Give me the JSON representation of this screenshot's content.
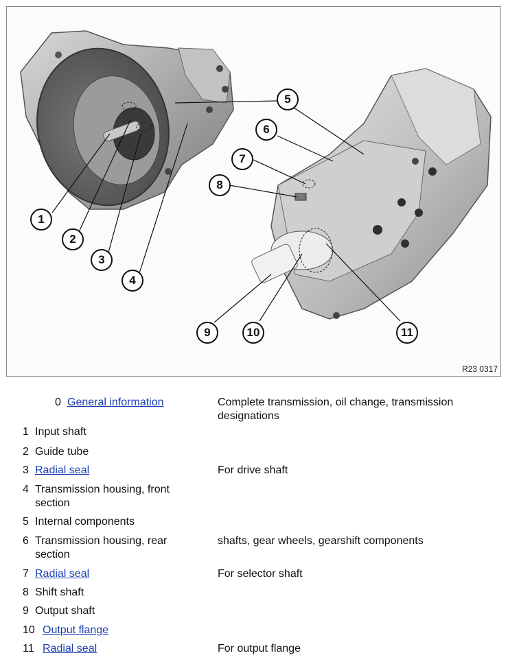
{
  "figure": {
    "code": "R23 0317",
    "callouts": [
      "1",
      "2",
      "3",
      "4",
      "5",
      "6",
      "7",
      "8",
      "9",
      "10",
      "11"
    ]
  },
  "rows": [
    {
      "num": "0",
      "label": "General information",
      "link": true,
      "desc": "Complete transmission, oil change, transmission designations"
    },
    {
      "num": "1",
      "label": "Input shaft",
      "link": false,
      "desc": ""
    },
    {
      "num": "2",
      "label": "Guide tube",
      "link": false,
      "desc": ""
    },
    {
      "num": "3",
      "label": "Radial seal",
      "link": true,
      "desc": "For drive shaft"
    },
    {
      "num": "4",
      "label": "Transmission housing, front section",
      "link": false,
      "desc": ""
    },
    {
      "num": "5",
      "label": "Internal components",
      "link": false,
      "desc": ""
    },
    {
      "num": "6",
      "label": "Transmission housing, rear section",
      "link": false,
      "desc": "shafts, gear wheels, gearshift components"
    },
    {
      "num": "7",
      "label": "Radial seal",
      "link": true,
      "desc": "For selector shaft"
    },
    {
      "num": "8",
      "label": "Shift shaft",
      "link": false,
      "desc": ""
    },
    {
      "num": "9",
      "label": "Output shaft",
      "link": false,
      "desc": ""
    },
    {
      "num": "10",
      "label": "Output flange",
      "link": true,
      "desc": ""
    },
    {
      "num": "11",
      "label": "Radial seal",
      "link": true,
      "desc": "For output flange"
    }
  ],
  "colors": {
    "link": "#1a3fb0",
    "border": "#8a8a8a"
  }
}
